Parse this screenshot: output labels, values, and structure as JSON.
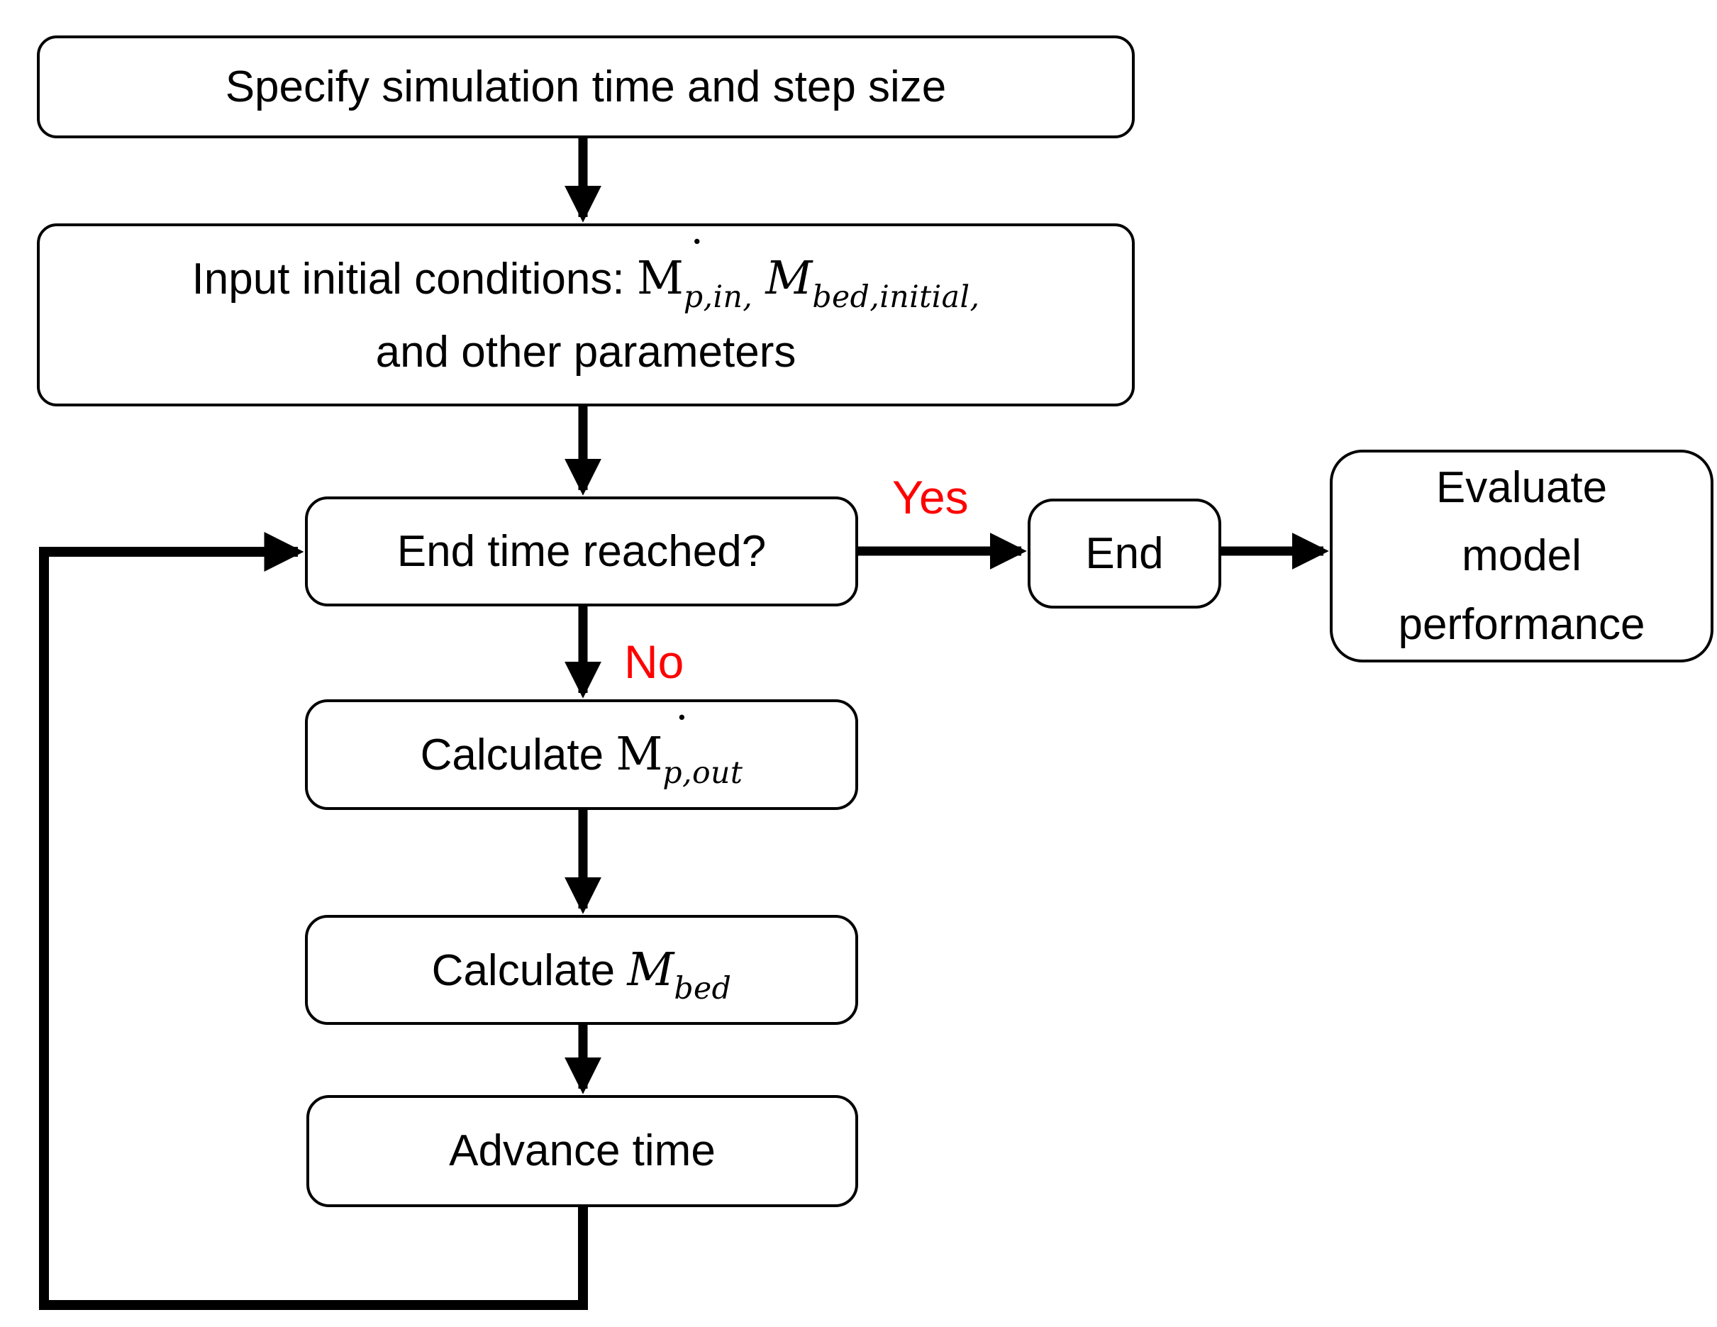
{
  "colors": {
    "background": "#ffffff",
    "line": "#000000",
    "branch_label": "#ff0000"
  },
  "nodes": {
    "specify": {
      "label": "Specify simulation time and step size"
    },
    "input_conditions": {
      "line1_text": "Input initial conditions: ",
      "var1": {
        "dot": "˙",
        "base": "M",
        "sub": "p,in,"
      },
      "var2": {
        "base": "M",
        "sub": "bed,initial,"
      },
      "line2": "and other parameters"
    },
    "end_time_check": {
      "label": "End time reached?"
    },
    "end": {
      "label": "End"
    },
    "evaluate": {
      "lines": [
        "Evaluate",
        "model",
        "performance"
      ]
    },
    "calc_mp_out": {
      "text": "Calculate ",
      "var": {
        "dot": "˙",
        "base": "M",
        "sub": "p,out"
      }
    },
    "calc_m_bed": {
      "text": "Calculate ",
      "var": {
        "base": "M",
        "sub": "bed"
      }
    },
    "advance_time": {
      "label": "Advance time"
    }
  },
  "edges": {
    "yes_label": "Yes",
    "no_label": "No"
  }
}
